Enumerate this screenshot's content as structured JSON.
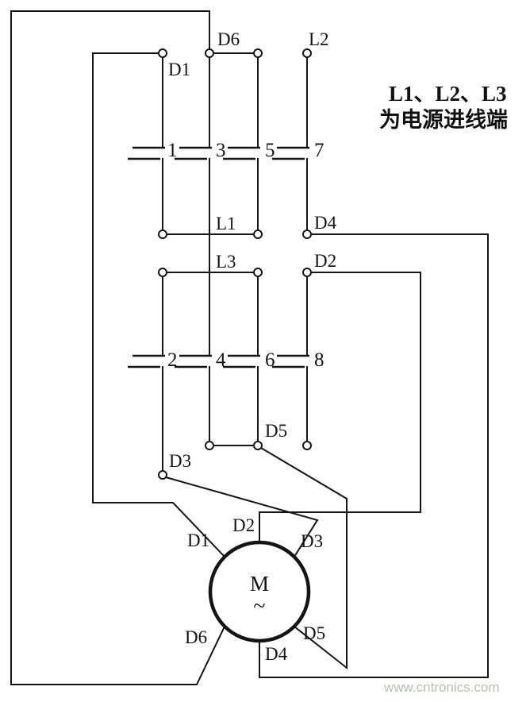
{
  "diagram": {
    "title_note": {
      "line1": "L1、L2、L3",
      "line2": "为电源进线端"
    },
    "watermark": "www.cntronics.com",
    "colors": {
      "wire": "#141414",
      "background": "#ffffff",
      "watermark": "#b5c2ae"
    },
    "switch": {
      "top_terminals": {
        "d1": "D1",
        "d6": "D6",
        "l2": "L2"
      },
      "contact_numbers_row1": [
        "1",
        "3",
        "5",
        "7"
      ],
      "contact_numbers_row2": [
        "2",
        "4",
        "6",
        "8"
      ],
      "mid_terminals": {
        "l1": "L1",
        "d4": "D4",
        "l3": "L3",
        "d2": "D2"
      },
      "bottom_terminals": {
        "d5": "D5",
        "d3": "D3"
      }
    },
    "motor": {
      "symbol": "M",
      "wave": "~",
      "terminals": {
        "top": "D2",
        "upper_left": "D1",
        "upper_right": "D3",
        "lower_left": "D6",
        "lower_right": "D5",
        "bottom": "D4"
      }
    }
  }
}
